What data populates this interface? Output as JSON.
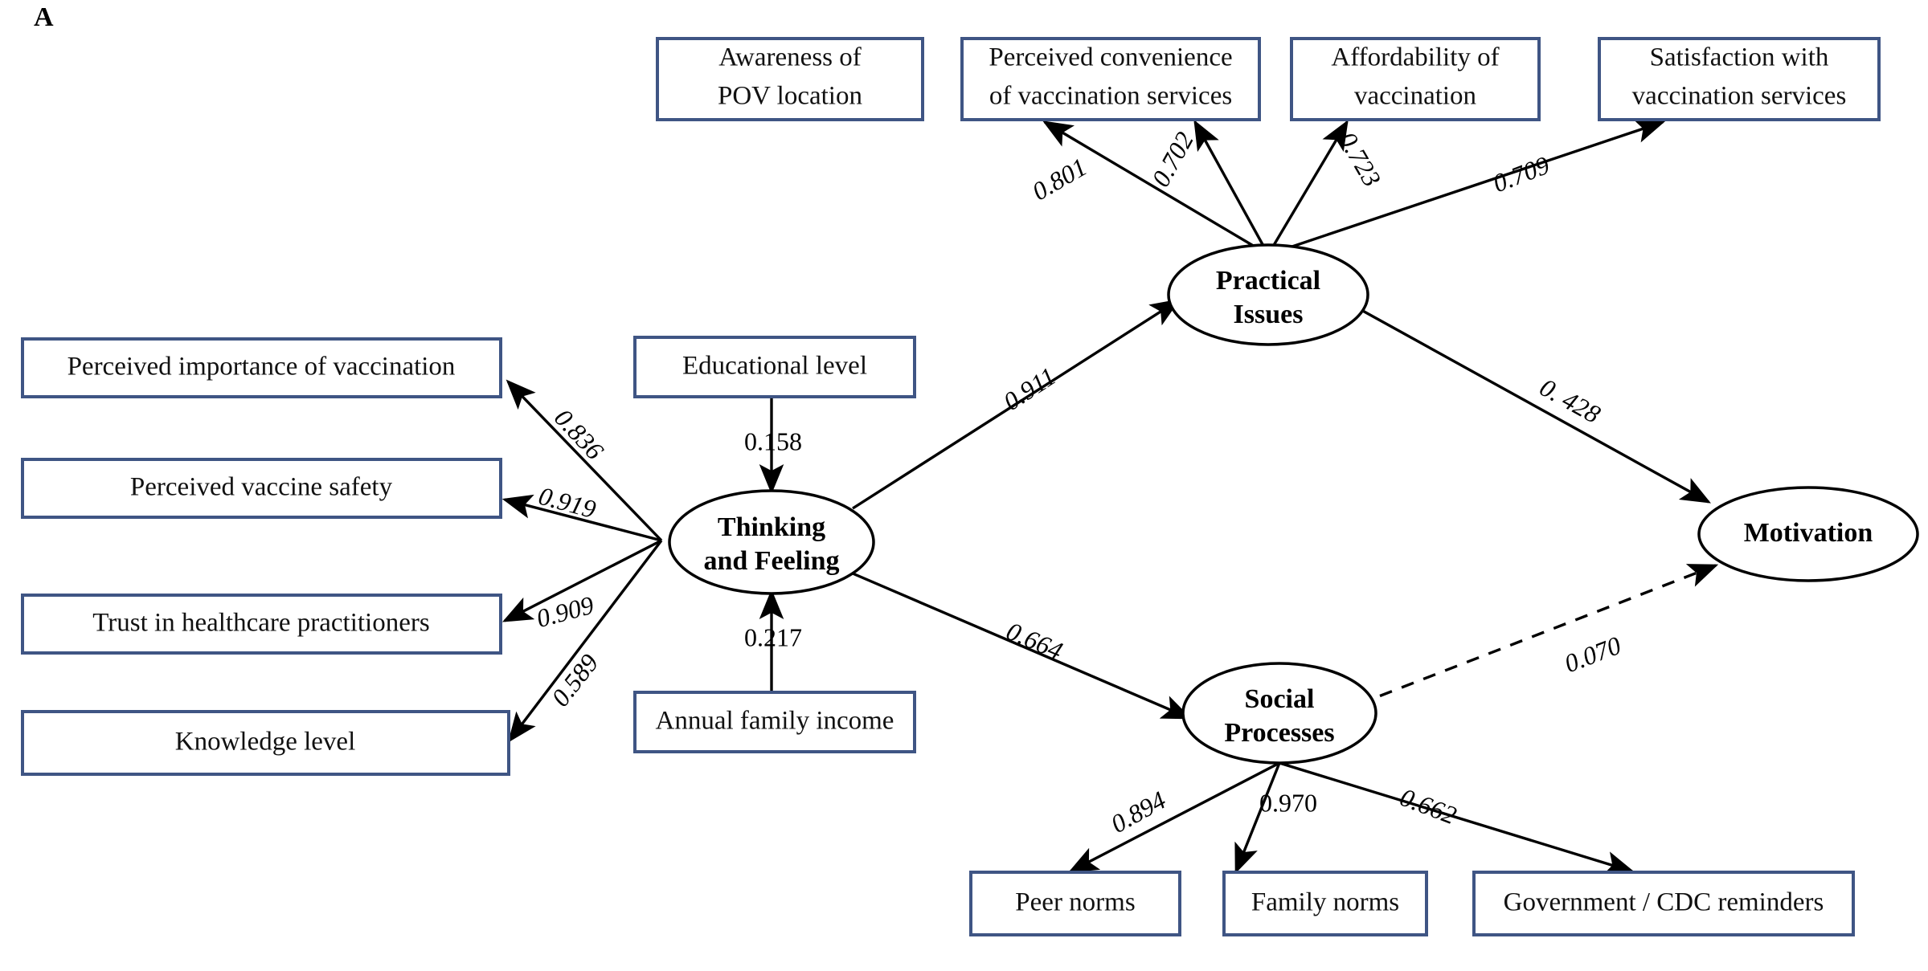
{
  "panel": {
    "label": "A"
  },
  "colors": {
    "box_border": "#3f5584",
    "box_fill": "#ffffff",
    "ellipse_border": "#000000",
    "line": "#000000",
    "text": "#111111",
    "background": "#ffffff"
  },
  "chart_data": {
    "type": "diagram",
    "title": "A",
    "diagram_kind": "structural-equation-model path diagram",
    "latent_variables": [
      {
        "id": "practical",
        "label": "Practical Issues",
        "label_lines": [
          "Practical",
          "Issues"
        ]
      },
      {
        "id": "thinking",
        "label": "Thinking and Feeling",
        "label_lines": [
          "Thinking",
          "and Feeling"
        ]
      },
      {
        "id": "social",
        "label": "Social Processes",
        "label_lines": [
          "Social",
          "Processes"
        ]
      },
      {
        "id": "motivation",
        "label": "Motivation",
        "label_lines": [
          "Motivation"
        ]
      }
    ],
    "observed_variables": [
      {
        "id": "awareness",
        "label_lines": [
          "Awareness of",
          "POV location"
        ]
      },
      {
        "id": "convenience",
        "label_lines": [
          "Perceived convenience",
          "of vaccination services"
        ]
      },
      {
        "id": "affordability",
        "label_lines": [
          "Affordability of",
          "vaccination"
        ]
      },
      {
        "id": "satisfaction",
        "label_lines": [
          "Satisfaction with",
          "vaccination services"
        ]
      },
      {
        "id": "importance",
        "label_lines": [
          "Perceived importance of vaccination"
        ]
      },
      {
        "id": "safety",
        "label_lines": [
          "Perceived vaccine safety"
        ]
      },
      {
        "id": "trust",
        "label_lines": [
          "Trust in healthcare practitioners"
        ]
      },
      {
        "id": "knowledge",
        "label_lines": [
          "Knowledge level"
        ]
      },
      {
        "id": "education",
        "label_lines": [
          "Educational level"
        ]
      },
      {
        "id": "income",
        "label_lines": [
          "Annual family income"
        ]
      },
      {
        "id": "peer",
        "label_lines": [
          "Peer norms"
        ]
      },
      {
        "id": "family",
        "label_lines": [
          "Family norms"
        ]
      },
      {
        "id": "government",
        "label_lines": [
          "Government / CDC reminders"
        ]
      }
    ],
    "paths": [
      {
        "from": "practical",
        "to": "awareness",
        "coefficient": "0.801",
        "style": "solid"
      },
      {
        "from": "practical",
        "to": "convenience",
        "coefficient": "0.702",
        "style": "solid"
      },
      {
        "from": "practical",
        "to": "affordability",
        "coefficient": "0.723",
        "style": "solid"
      },
      {
        "from": "practical",
        "to": "satisfaction",
        "coefficient": "0.709",
        "style": "solid"
      },
      {
        "from": "thinking",
        "to": "importance",
        "coefficient": "0.836",
        "style": "solid"
      },
      {
        "from": "thinking",
        "to": "safety",
        "coefficient": "0.919",
        "style": "solid"
      },
      {
        "from": "thinking",
        "to": "trust",
        "coefficient": "0.909",
        "style": "solid"
      },
      {
        "from": "thinking",
        "to": "knowledge",
        "coefficient": "0.589",
        "style": "solid"
      },
      {
        "from": "education",
        "to": "thinking",
        "coefficient": "0.158",
        "style": "solid"
      },
      {
        "from": "income",
        "to": "thinking",
        "coefficient": "0.217",
        "style": "solid"
      },
      {
        "from": "thinking",
        "to": "practical",
        "coefficient": "0.911",
        "style": "solid"
      },
      {
        "from": "thinking",
        "to": "social",
        "coefficient": "0.664",
        "style": "solid"
      },
      {
        "from": "practical",
        "to": "motivation",
        "coefficient": "0. 428",
        "style": "solid"
      },
      {
        "from": "social",
        "to": "motivation",
        "coefficient": "0.070",
        "style": "dashed"
      },
      {
        "from": "social",
        "to": "peer",
        "coefficient": "0.894",
        "style": "solid"
      },
      {
        "from": "social",
        "to": "family",
        "coefficient": "0.970",
        "style": "solid"
      },
      {
        "from": "social",
        "to": "government",
        "coefficient": "0.662",
        "style": "solid"
      }
    ]
  },
  "labels": {
    "awareness_l1": "Awareness of",
    "awareness_l2": "POV location",
    "convenience_l1": "Perceived convenience",
    "convenience_l2": "of vaccination services",
    "affordability_l1": "Affordability of",
    "affordability_l2": "vaccination",
    "satisfaction_l1": "Satisfaction with",
    "satisfaction_l2": "vaccination services",
    "importance": "Perceived importance of vaccination",
    "safety": "Perceived vaccine safety",
    "trust": "Trust in healthcare practitioners",
    "knowledge": "Knowledge level",
    "education": "Educational level",
    "income": "Annual family income",
    "peer": "Peer norms",
    "family": "Family norms",
    "government": "Government / CDC reminders",
    "practical_l1": "Practical",
    "practical_l2": "Issues",
    "thinking_l1": "Thinking",
    "thinking_l2": "and Feeling",
    "social_l1": "Social",
    "social_l2": "Processes",
    "motivation": "Motivation"
  },
  "coefficients": {
    "c_awareness": "0.801",
    "c_convenience": "0.702",
    "c_affordability": "0.723",
    "c_satisfaction": "0.709",
    "c_importance": "0.836",
    "c_safety": "0.919",
    "c_trust": "0.909",
    "c_knowledge": "0.589",
    "c_education": "0.158",
    "c_income": "0.217",
    "c_practical": "0.911",
    "c_social": "0.664",
    "c_motivation_practical": "0. 428",
    "c_motivation_social": "0.070",
    "c_peer": "0.894",
    "c_family": "0.970",
    "c_government": "0.662"
  }
}
